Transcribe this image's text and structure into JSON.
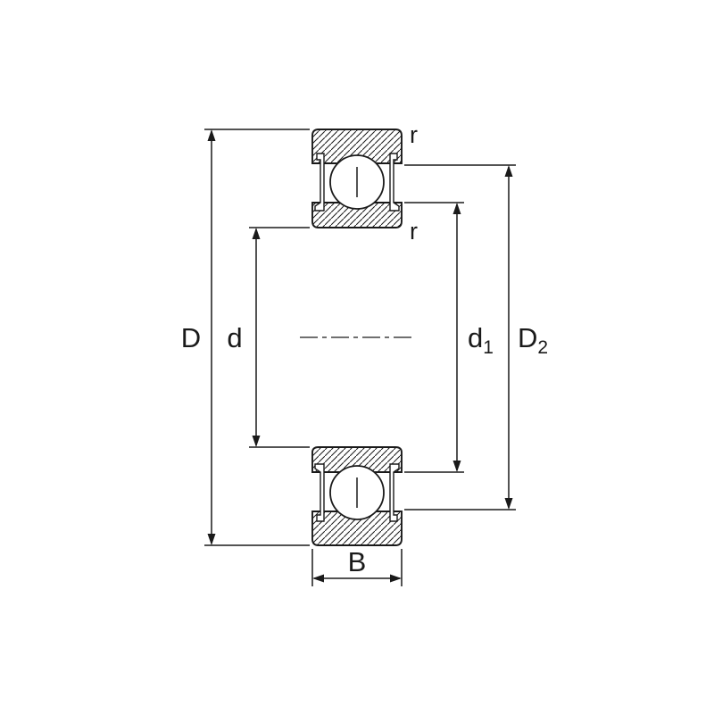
{
  "labels": {
    "D": "D",
    "d": "d",
    "d1": {
      "main": "d",
      "sub": "1"
    },
    "D2": {
      "main": "D",
      "sub": "2"
    },
    "B": "B",
    "r_top": "r",
    "r_inner": "r"
  },
  "colors": {
    "line": "#1a1a1a",
    "background": "#ffffff"
  }
}
